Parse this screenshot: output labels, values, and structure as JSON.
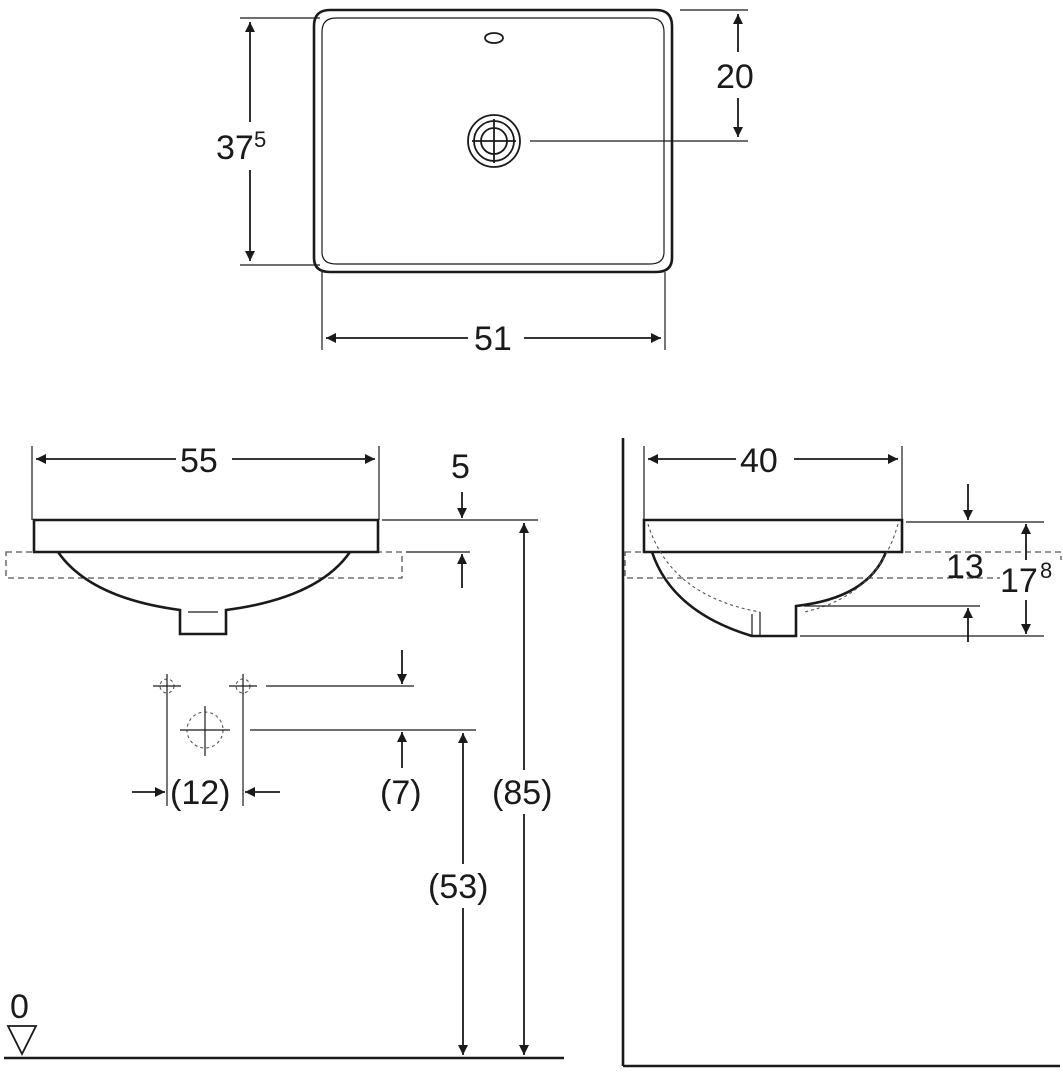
{
  "top_view": {
    "width": "51",
    "depth_main": "37",
    "depth_sup": "5",
    "drain_offset": "20"
  },
  "front_view": {
    "width": "55",
    "rim_thickness": "5",
    "tap_spacing": "(12)",
    "tap_height": "(7)",
    "drain_height": "(53)",
    "total_height": "(85)",
    "floor_level": "0"
  },
  "side_view": {
    "depth": "40",
    "bowl_depth": "13",
    "total_depth_main": "17",
    "total_depth_sup": "8"
  }
}
